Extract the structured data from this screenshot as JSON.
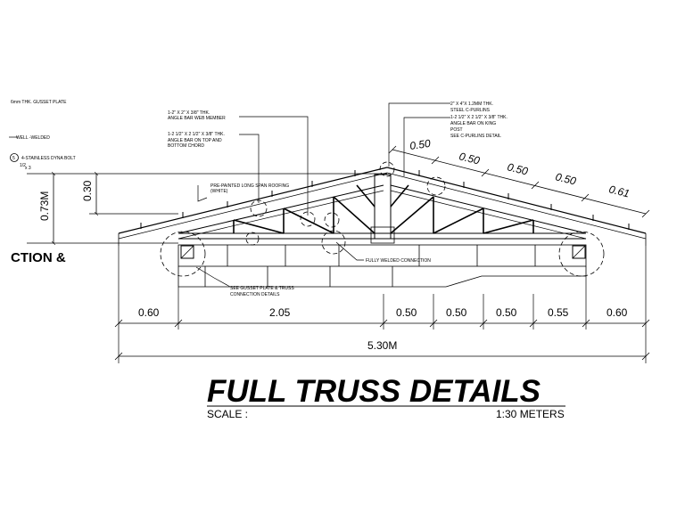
{
  "notes": {
    "gusset_plate": "6mm THK. GUSSET PLATE",
    "well_welded": "WELL -WELDED",
    "dyna_bolt": "4-STAINLESS DYNA BOLT",
    "dyna_bolt_size": "x 3",
    "dyna_bolt_fraction": "1/2",
    "callout_number": "5",
    "web_member_1": "1-2\" X 2\" X 3/8\" THK.",
    "web_member_2": "ANGLE BAR WEB MEMBER",
    "chord_1": "1-2 1/2\" X 2 1/2\" X 3/8\" THK.",
    "chord_2": "ANGLE BAR ON TOP AND",
    "chord_3": "BOTTOM CHORD",
    "roofing_1": "PRE-PAINTED LONG SPAN ROOFING",
    "roofing_2": "(WHITE)",
    "purlins_1": "2\" X 4\"X 1.2MM THK.",
    "purlins_2": "STEEL C-PURLINS",
    "king_post_1": "1-2 1/2\" X 2 1/2\" X 3/8\" THK.",
    "king_post_2": "ANGLE BAR ON KING",
    "king_post_3": "POST",
    "king_post_4": "SEE C-PURLINS DETAIL",
    "fully_welded": "FULLY WELDED CONNECTION",
    "see_gusset_1": "SEE GUSSET PLATE & TRUSS",
    "see_gusset_2": "CONNECTION DETAILS"
  },
  "section_label": "CTION &",
  "dimensions": {
    "height_total": "0.73M",
    "height_heel": "0.30",
    "slope": [
      "0.50",
      "0.50",
      "0.50",
      "0.50",
      "0.61"
    ],
    "bottom": [
      "0.60",
      "2.05",
      "0.50",
      "0.50",
      "0.50",
      "0.55",
      "0.60"
    ],
    "overall": "5.30M"
  },
  "title": {
    "main": "FULL TRUSS DETAILS",
    "scale_label": "SCALE :",
    "scale_value": "1:30 METERS"
  }
}
